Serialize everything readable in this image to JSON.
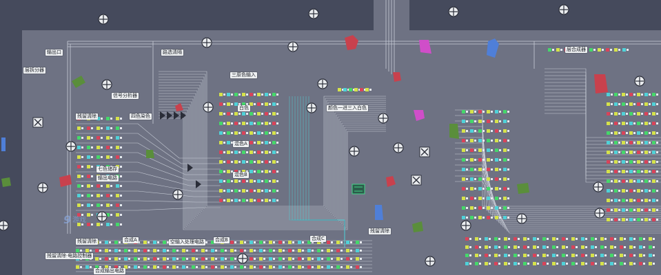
{
  "labels": {
    "output_port": "输出口",
    "splitter_top": "路选清隔",
    "layer_splitter": "层拆分器",
    "layer_merger": "层合成器",
    "three_color_input": "三原色输入",
    "signal_analyzer": "信号分析器",
    "four_color_dye": "四色染色",
    "residue_clear": "残留清除",
    "white": "白色",
    "color_single_input": "颜色一进三入白色",
    "mix_a": "混色A",
    "mix_b": "混色B",
    "seven_color_store": "七色储存",
    "output_circuit": "输出电路",
    "synth_a": "合成A",
    "synth_b": "合成B",
    "synth_c": "合成C",
    "empty_input_circuit": "空输入处理电路",
    "residue_clear_right": "残留清除",
    "residue_clear_bottom": "残留清除·电路控制器",
    "residue_clear_left": "残留清除",
    "synth_output_circuit": "合成输出电路"
  },
  "watermark": "游戏",
  "watermark_prefix": "9",
  "colors": {
    "background": "#454a5c",
    "board": "#6e7283",
    "wire": "#c9ced8",
    "wire_cyan": "#4fd2d9",
    "signal_yellow": "#d6e34a",
    "signal_green": "#45d86a",
    "signal_red": "#d9435a",
    "magenta": "#d04ec9",
    "blue_blob": "#4f7fd8",
    "red_blob": "#c8414d",
    "green_blob": "#5a8e3b"
  },
  "icons": [
    "hub-icon",
    "chip-icon",
    "belt-icon",
    "arrow-icon"
  ]
}
